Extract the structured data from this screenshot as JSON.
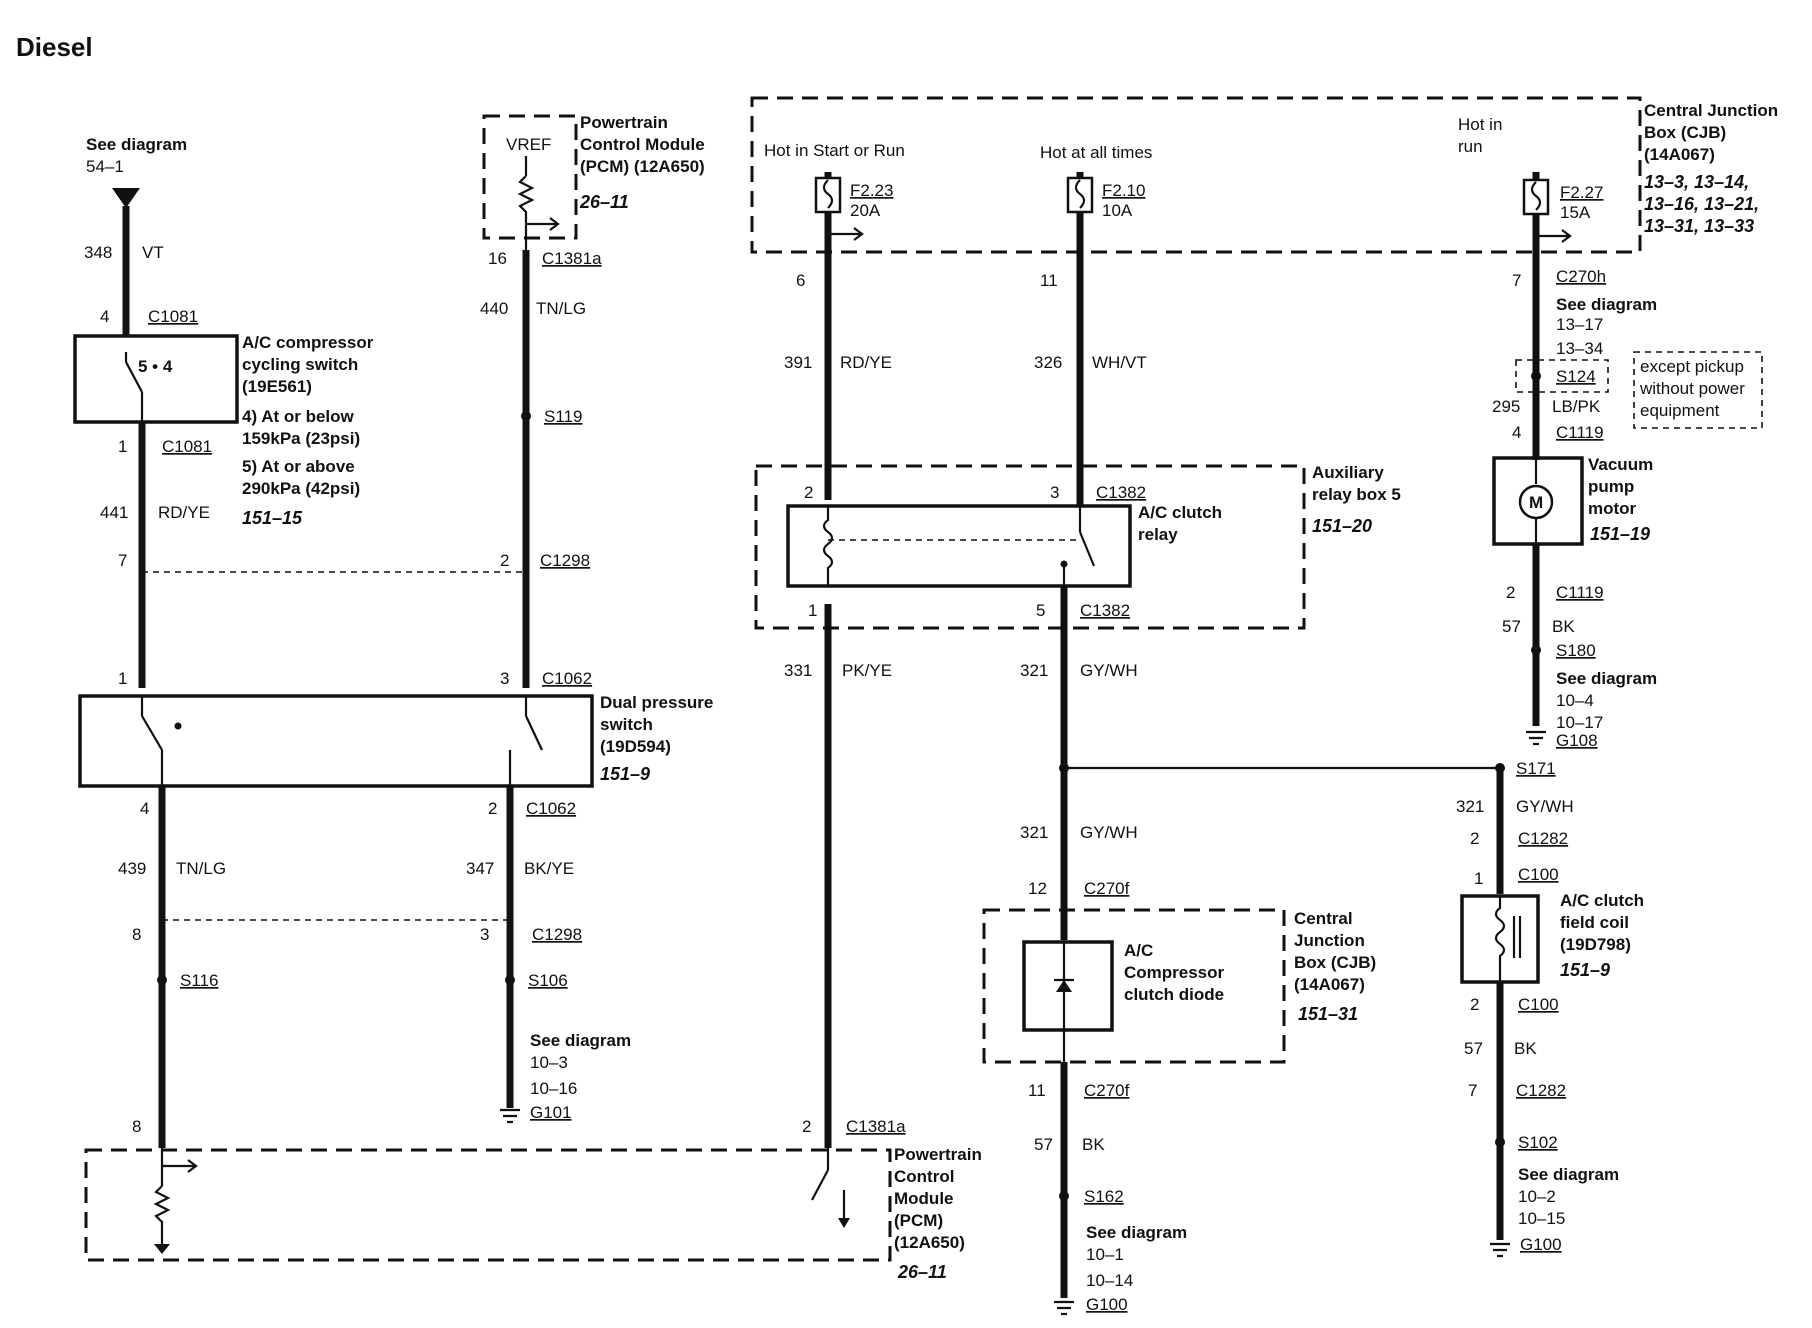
{
  "title": "Diesel",
  "colors": {
    "ink": "#111111",
    "background": "#ffffff"
  },
  "see_54": {
    "label": "See diagram",
    "ref": "54–1"
  },
  "pcm_top": {
    "vref": "VREF",
    "name1": "Powertrain",
    "name2": "Control Module",
    "name3": "(PCM) (12A650)",
    "ref": "26–11"
  },
  "cjb_top": {
    "hot_start": "Hot in Start or Run",
    "hot_all": "Hot at all times",
    "hot_run1": "Hot in",
    "hot_run2": "run",
    "name1": "Central Junction",
    "name2": "Box (CJB)",
    "name3": "(14A067)",
    "refs1": "13–3, 13–14,",
    "refs2": "13–16, 13–21,",
    "refs3": "13–31, 13–33",
    "f1_id": "F2.23",
    "f1_amp": "20A",
    "f2_id": "F2.10",
    "f2_amp": "10A",
    "f3_id": "F2.27",
    "f3_amp": "15A"
  },
  "col1": {
    "pin_a": "348",
    "color_a": "VT",
    "pin_c1081a": "4",
    "c1081a": "C1081",
    "sw_pins": "5 • 4",
    "sw_name1": "A/C compressor",
    "sw_name2": "cycling switch",
    "sw_name3": "(19E561)",
    "sw_note1": "4) At or below",
    "sw_note2": "159kPa (23psi)",
    "sw_note3": "5) At or above",
    "sw_note4": "290kPa (42psi)",
    "sw_ref": "151–15",
    "pin_c1081b": "1",
    "c1081b": "C1081",
    "pin_b": "441",
    "color_b": "RD/YE",
    "pin_c1298a": "7",
    "pin_c1062a": "1",
    "pin_c1062c": "4",
    "pin_c": "439",
    "color_c": "TN/LG",
    "pin_c1298c": "8",
    "s116": "S116",
    "pin_c1381b": "8"
  },
  "col2": {
    "pin_c1381a": "16",
    "c1381a": "C1381a",
    "pin_a": "440",
    "color_a": "TN/LG",
    "s119": "S119",
    "pin_c1298a": "2",
    "c1298a": "C1298",
    "pin_c1062b": "3",
    "c1062b": "C1062",
    "dps_name1": "Dual pressure",
    "dps_name2": "switch",
    "dps_name3": "(19D594)",
    "dps_ref": "151–9",
    "pin_c1062d": "2",
    "c1062d": "C1062",
    "pin_b": "347",
    "color_b": "BK/YE",
    "pin_c1298d": "3",
    "c1298d": "C1298",
    "s106": "S106",
    "see": "See diagram",
    "ref1": "10–3",
    "ref2": "10–16",
    "g101": "G101"
  },
  "col3": {
    "pin_top": "6",
    "pin_a": "391",
    "color_a": "RD/YE",
    "pin_c1382a": "2",
    "pin_c1382b": "1",
    "pin_b": "331",
    "color_b": "PK/YE",
    "pin_c1381c": "2",
    "c1381c": "C1381a",
    "pcm_name1": "Powertrain",
    "pcm_name2": "Control",
    "pcm_name3": "Module",
    "pcm_name4": "(PCM)",
    "pcm_name5": "(12A650)",
    "pcm_ref": "26–11"
  },
  "col4": {
    "pin_top": "11",
    "pin_a": "326",
    "color_a": "WH/VT",
    "pin_c1382c": "3",
    "c1382c": "C1382",
    "relay_name1": "A/C clutch",
    "relay_name2": "relay",
    "arb_name1": "Auxiliary",
    "arb_name2": "relay box 5",
    "arb_ref": "151–20",
    "pin_c1382d": "5",
    "c1382d": "C1382",
    "pin_b": "321",
    "color_b": "GY/WH",
    "pin_c": "321",
    "color_c": "GY/WH",
    "pin_c270f_a": "12",
    "c270f_a": "C270f",
    "diode_name1": "A/C",
    "diode_name2": "Compressor",
    "diode_name3": "clutch diode",
    "cjb_name1": "Central",
    "cjb_name2": "Junction",
    "cjb_name3": "Box (CJB)",
    "cjb_name4": "(14A067)",
    "cjb_ref": "151–31",
    "pin_c270f_b": "11",
    "c270f_b": "C270f",
    "pin_d": "57",
    "color_d": "BK",
    "s162": "S162",
    "see": "See diagram",
    "ref1": "10–1",
    "ref2": "10–14",
    "g100": "G100"
  },
  "col5": {
    "pin_c270h": "7",
    "c270h": "C270h",
    "see": "See diagram",
    "ref1": "13–17",
    "ref2": "13–34",
    "s124": "S124",
    "except1": "except pickup",
    "except2": "without power",
    "except3": "equipment",
    "pin_a": "295",
    "color_a": "LB/PK",
    "pin_c1119a": "4",
    "c1119a": "C1119",
    "motor_symbol": "M",
    "vac_name1": "Vacuum",
    "vac_name2": "pump",
    "vac_name3": "motor",
    "vac_ref": "151–19",
    "pin_c1119b": "2",
    "c1119b": "C1119",
    "pin_b": "57",
    "color_b": "BK",
    "s180": "S180",
    "see2": "See diagram",
    "ref3": "10–4",
    "ref4": "10–17",
    "g108": "G108",
    "s171": "S171",
    "pin_c": "321",
    "color_c": "GY/WH",
    "pin_c1282a": "2",
    "c1282a": "C1282",
    "pin_c100a": "1",
    "c100a": "C100",
    "coil_name1": "A/C clutch",
    "coil_name2": "field coil",
    "coil_name3": "(19D798)",
    "coil_ref": "151–9",
    "pin_c100b": "2",
    "c100b": "C100",
    "pin_d": "57",
    "color_d": "BK",
    "pin_c1282b": "7",
    "c1282b": "C1282",
    "s102": "S102",
    "see3": "See diagram",
    "ref5": "10–2",
    "ref6": "10–15",
    "g100": "G100"
  }
}
